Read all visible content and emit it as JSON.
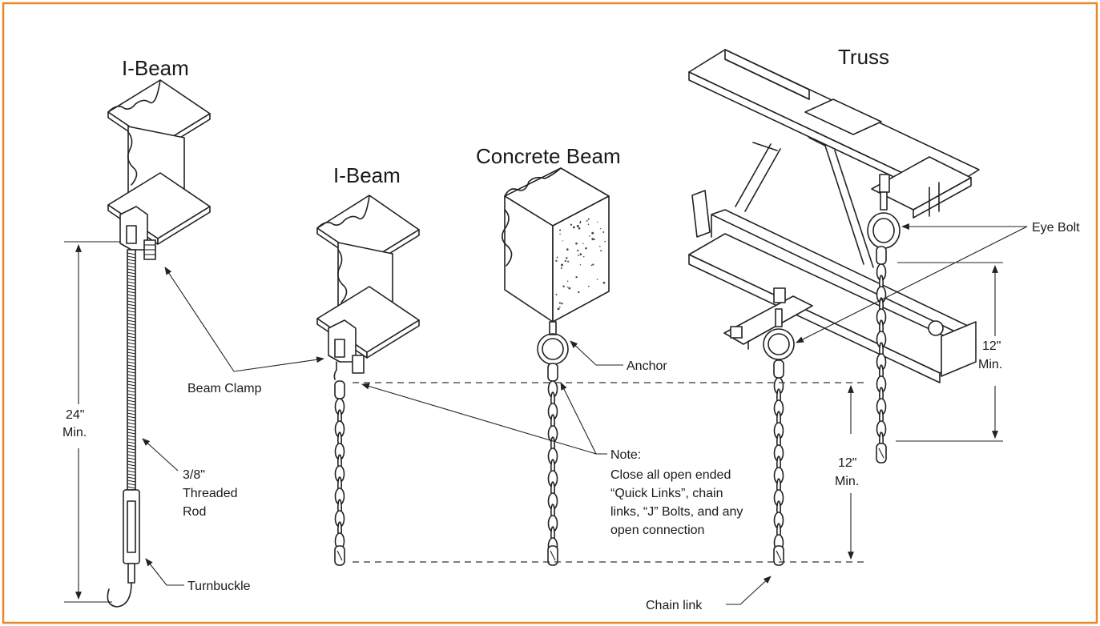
{
  "frame": {
    "border_color": "#e8892b"
  },
  "titles": {
    "ibeam_left": "I-Beam",
    "ibeam_center": "I-Beam",
    "concrete_beam": "Concrete Beam",
    "truss": "Truss"
  },
  "labels": {
    "beam_clamp": "Beam Clamp",
    "dim_24_line1": "24\"",
    "dim_24_line2": "Min.",
    "threaded_rod_line1": "3/8\"",
    "threaded_rod_line2": "Threaded",
    "threaded_rod_line3": "Rod",
    "turnbuckle": "Turnbuckle",
    "anchor": "Anchor",
    "eye_bolt": "Eye Bolt",
    "dim_12_upper_line1": "12\"",
    "dim_12_upper_line2": "Min.",
    "dim_12_lower_line1": "12\"",
    "dim_12_lower_line2": "Min.",
    "chain_link": "Chain link"
  },
  "note": {
    "heading": "Note:",
    "lines": [
      "Close all open ended",
      "“Quick Links”, chain",
      "links, “J” Bolts, and any",
      "open connection"
    ]
  }
}
